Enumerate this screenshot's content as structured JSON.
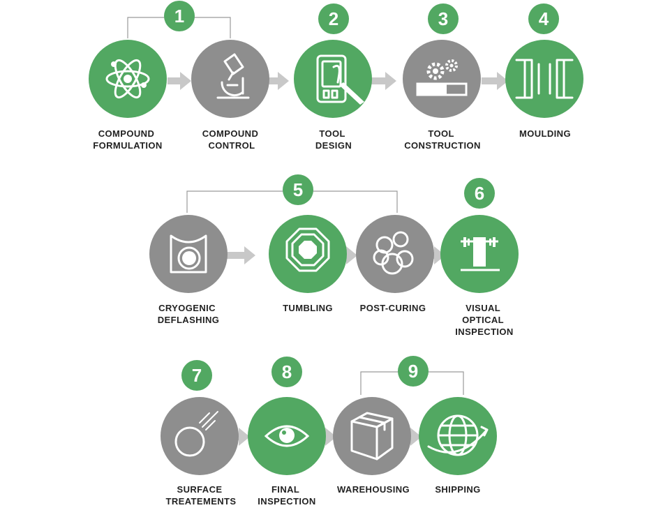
{
  "colors": {
    "green": "#52a862",
    "gray": "#8e8e8e",
    "arrow": "#c8c8c8",
    "bracket": "#9a9a9a"
  },
  "stages": [
    {
      "number": "1",
      "steps": [
        "compound-formulation",
        "compound-control"
      ]
    },
    {
      "number": "2",
      "steps": [
        "tool-design"
      ]
    },
    {
      "number": "3",
      "steps": [
        "tool-construction"
      ]
    },
    {
      "number": "4",
      "steps": [
        "moulding"
      ]
    },
    {
      "number": "5",
      "steps": [
        "cryogenic-deflashing",
        "tumbling",
        "post-curing"
      ]
    },
    {
      "number": "6",
      "steps": [
        "visual-optical-inspection"
      ]
    },
    {
      "number": "7",
      "steps": [
        "surface-treatements"
      ]
    },
    {
      "number": "8",
      "steps": [
        "final-inspection"
      ]
    },
    {
      "number": "9",
      "steps": [
        "warehousing",
        "shipping"
      ]
    }
  ],
  "steps": {
    "compound_formulation": {
      "lines": [
        "COMPOUND",
        "FORMULATION"
      ],
      "color": "green",
      "icon": "atom-icon"
    },
    "compound_control": {
      "lines": [
        "COMPOUND",
        "CONTROL"
      ],
      "color": "gray",
      "icon": "microscope-icon"
    },
    "tool_design": {
      "lines": [
        "TOOL",
        "DESIGN"
      ],
      "color": "green",
      "icon": "tablet-stylus-icon"
    },
    "tool_construction": {
      "lines": [
        "TOOL",
        "CONSTRUCTION"
      ],
      "color": "gray",
      "icon": "gears-icon"
    },
    "moulding": {
      "lines": [
        "MOULDING"
      ],
      "color": "green",
      "icon": "press-icon"
    },
    "cryogenic_deflashing": {
      "lines": [
        "CRYOGENIC",
        "DEFLASHING"
      ],
      "color": "gray",
      "icon": "deflash-icon"
    },
    "tumbling": {
      "lines": [
        "TUMBLING"
      ],
      "color": "green",
      "icon": "octagon-icon"
    },
    "post_curing": {
      "lines": [
        "POST-CURING"
      ],
      "color": "gray",
      "icon": "rings-icon"
    },
    "visual_optical_inspection": {
      "lines": [
        "VISUAL",
        "OPTICAL",
        "INSPECTION"
      ],
      "color": "green",
      "icon": "inspection-rig-icon"
    },
    "surface_treatements": {
      "lines": [
        "SURFACE",
        "TREATEMENTS"
      ],
      "color": "gray",
      "icon": "ring-spray-icon"
    },
    "final_inspection": {
      "lines": [
        "FINAL",
        "INSPECTION"
      ],
      "color": "green",
      "icon": "eye-icon"
    },
    "warehousing": {
      "lines": [
        "WAREHOUSING"
      ],
      "color": "gray",
      "icon": "box-icon"
    },
    "shipping": {
      "lines": [
        "SHIPPING"
      ],
      "color": "green",
      "icon": "globe-icon"
    }
  }
}
